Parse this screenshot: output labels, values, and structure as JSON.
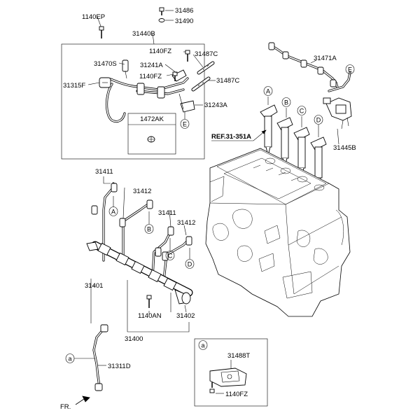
{
  "labels": {
    "l_1140EP": "1140EP",
    "l_31486": "31486",
    "l_31490": "31490",
    "l_31440B": "31440B",
    "l_1140FZ_a": "1140FZ",
    "l_31487C_a": "31487C",
    "l_31470S": "31470S",
    "l_31241A": "31241A",
    "l_1140FZ_b": "1140FZ",
    "l_31487C_b": "31487C",
    "l_31315F": "31315F",
    "l_31243A": "31243A",
    "l_1472AK": "1472AK",
    "l_31471A": "31471A",
    "l_ref": "REF.31-351A",
    "l_31445B": "31445B",
    "l_31411_a": "31411",
    "l_31412_a": "31412",
    "l_31411_b": "31411",
    "l_31412_b": "31412",
    "l_31401": "31401",
    "l_1140AN": "1140AN",
    "l_31402": "31402",
    "l_31400": "31400",
    "l_31311D": "31311D",
    "l_31488T": "31488T",
    "l_1140FZ_c": "1140FZ",
    "l_fr": "FR."
  },
  "markers": {
    "A": "A",
    "B": "B",
    "C": "C",
    "D": "D",
    "E": "E",
    "a": "a"
  }
}
